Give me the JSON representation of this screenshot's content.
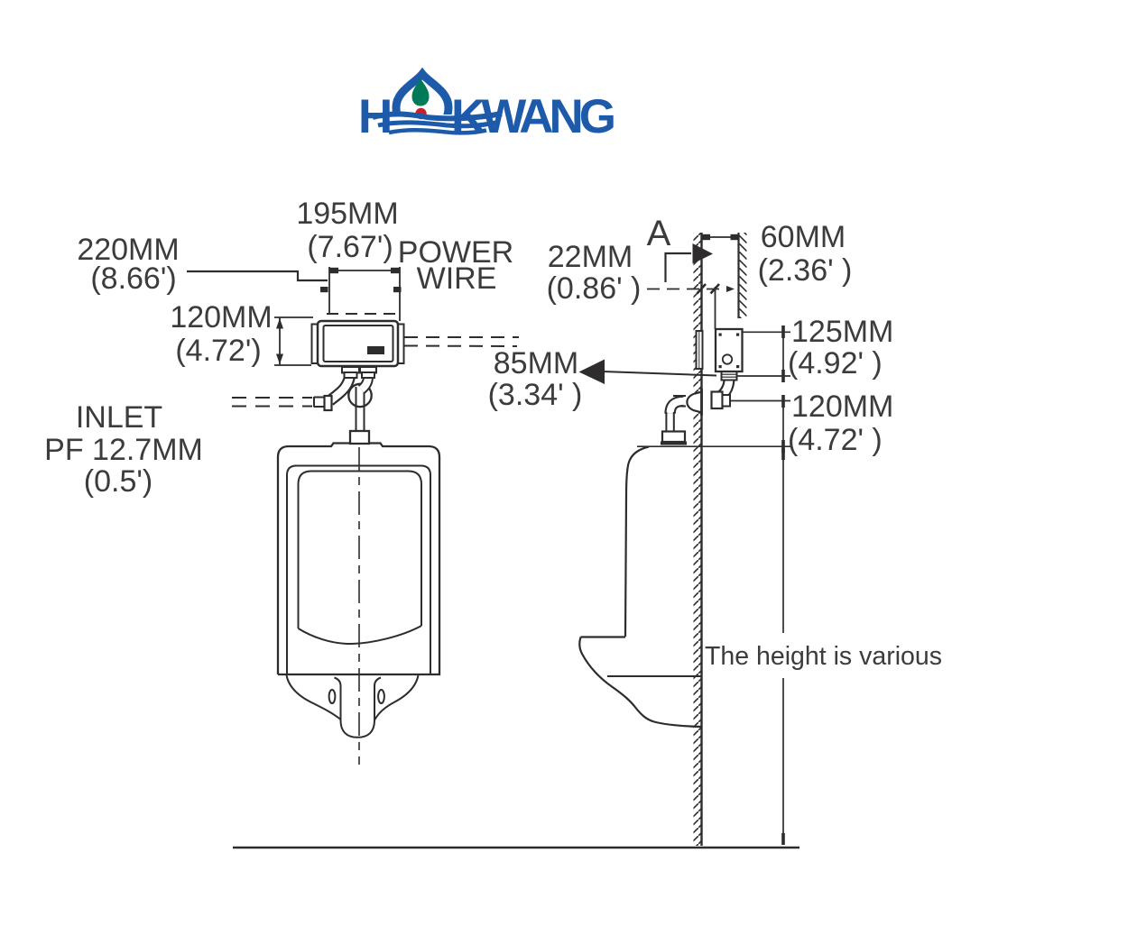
{
  "colors": {
    "blue": "#1d5aa9",
    "green": "#007a58",
    "red": "#c5232b",
    "line": "#2e2c2d",
    "text": "#3d3b3c"
  },
  "logo": {
    "part1": "H",
    "part2": "KWANG"
  },
  "front": {
    "dim220": {
      "l1": "220MM",
      "l2": "(8.66')"
    },
    "dim195": {
      "l1": "195MM",
      "l2": "(7.67')"
    },
    "power": {
      "l1": "POWER",
      "l2": "WIRE"
    },
    "dim120": {
      "l1": "120MM",
      "l2": "(4.72')"
    },
    "inlet": {
      "l1": "INLET",
      "l2": "PF 12.7MM",
      "l3": "(0.5')"
    }
  },
  "side": {
    "dim85": {
      "l1": "85MM",
      "l2": "(3.34' )"
    },
    "dim22": {
      "l1": "22MM",
      "l2": "(0.86' )"
    },
    "section": "A",
    "dim60": {
      "l1": "60MM",
      "l2": "(2.36' )"
    },
    "dim125": {
      "l1": "125MM",
      "l2": "(4.92' )"
    },
    "dim120": {
      "l1": "120MM",
      "l2": "(4.72' )"
    },
    "note": "The height is various"
  }
}
